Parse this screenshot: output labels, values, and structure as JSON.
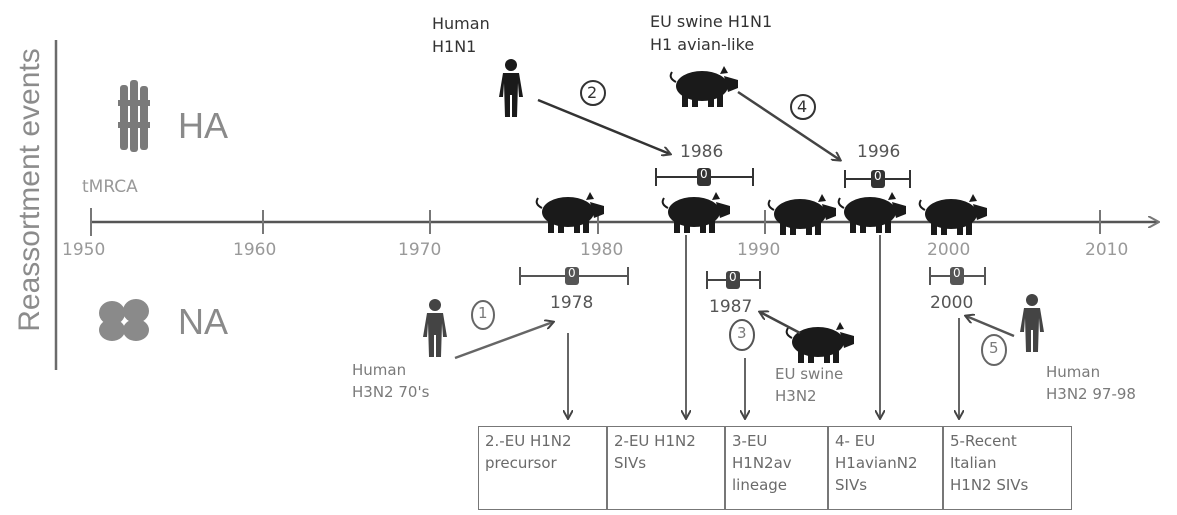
{
  "axis_label": "Reassortment events",
  "segments": {
    "ha": "HA",
    "na": "NA"
  },
  "tmrca": "tMRCA",
  "timeline_ticks": [
    "1950",
    "1960",
    "1970",
    "1980",
    "1990",
    "2000",
    "2010"
  ],
  "events": [
    {
      "number": "1",
      "year": "1978",
      "source_lines": [
        "Human",
        "H3N2 70's"
      ]
    },
    {
      "number": "2",
      "year": "1986",
      "source_lines": [
        "Human",
        "H1N1"
      ]
    },
    {
      "number": "3",
      "year": "1987",
      "source_lines": [
        "EU swine",
        "H3N2"
      ]
    },
    {
      "number": "4",
      "year": "1996",
      "source_lines": [
        "EU swine H1N1",
        "H1 avian-like"
      ]
    },
    {
      "number": "5",
      "year": "2000",
      "source_lines": [
        "Human",
        "H3N2 97-98"
      ]
    }
  ],
  "bar_marker": "0",
  "lineages": [
    {
      "lines": [
        "2.-EU H1N2",
        "precursor"
      ]
    },
    {
      "lines": [
        "2-EU H1N2",
        "SIVs"
      ]
    },
    {
      "lines": [
        "3-EU",
        "H1N2av",
        "lineage"
      ]
    },
    {
      "lines": [
        "4- EU",
        "H1avianN2",
        "SIVs"
      ]
    },
    {
      "lines": [
        "5-Recent",
        "Italian",
        "H1N2 SIVs"
      ]
    }
  ]
}
